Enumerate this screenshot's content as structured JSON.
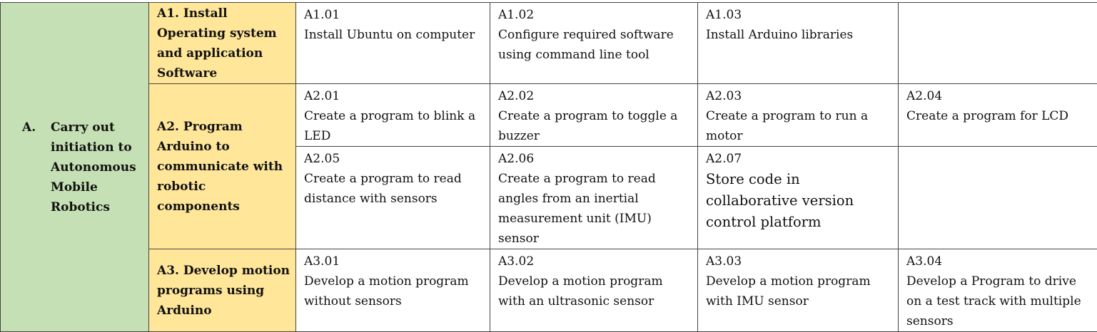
{
  "duty": {
    "letter": "A.",
    "title": "Carry out initiation to Autonomous Mobile Robotics"
  },
  "tasks": [
    {
      "label": "A1. Install Operating system and application Software",
      "rows": [
        [
          {
            "code": "A1.01",
            "desc": "Install Ubuntu on computer"
          },
          {
            "code": "A1.02",
            "desc": "Configure required software using command line tool"
          },
          {
            "code": "A1.03",
            "desc": "Install Arduino libraries"
          },
          {
            "code": "",
            "desc": ""
          }
        ]
      ]
    },
    {
      "label": "A2. Program Arduino to communicate with robotic components",
      "rows": [
        [
          {
            "code": "A2.01",
            "desc": "Create a program to blink a LED"
          },
          {
            "code": "A2.02",
            "desc": "Create a program to toggle a buzzer"
          },
          {
            "code": "A2.03",
            "desc": "Create a program to run a motor"
          },
          {
            "code": "A2.04",
            "desc": "Create a program for LCD"
          }
        ],
        [
          {
            "code": "A2.05",
            "desc": "Create a program to read distance with sensors"
          },
          {
            "code": "A2.06",
            "desc": "Create a program to read angles from an inertial measurement unit (IMU) sensor"
          },
          {
            "code": "A2.07",
            "desc": "Store code in collaborative version control platform"
          },
          {
            "code": "",
            "desc": ""
          }
        ]
      ]
    },
    {
      "label": "A3. Develop motion programs using Arduino",
      "rows": [
        [
          {
            "code": "A3.01",
            "desc": "Develop a motion program without sensors"
          },
          {
            "code": "A3.02",
            "desc": "Develop a motion program with an ultrasonic sensor"
          },
          {
            "code": "A3.03",
            "desc": "Develop a motion program with IMU sensor"
          },
          {
            "code": "A3.04",
            "desc": "Develop a Program to drive on a test track with multiple sensors"
          }
        ]
      ]
    }
  ],
  "colors": {
    "duty_bg": "#c5e0b4",
    "task_bg": "#ffe699",
    "border": "#444444"
  }
}
